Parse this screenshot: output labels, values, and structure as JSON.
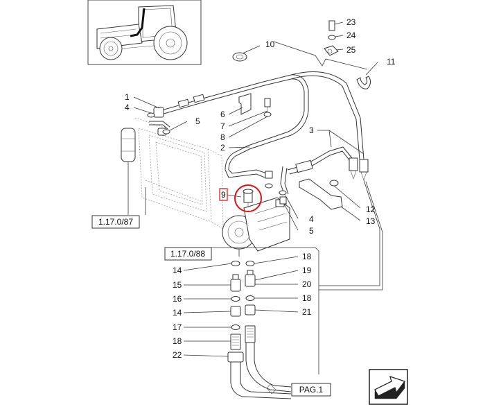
{
  "callouts": {
    "c1": "1",
    "c2": "2",
    "c3": "3",
    "c4a": "4",
    "c4b": "4",
    "c5a": "5",
    "c5b": "5",
    "c6": "6",
    "c7": "7",
    "c8": "8",
    "c9": "9",
    "c10": "10",
    "c11": "11",
    "c12": "12",
    "c13": "13",
    "c14a": "14",
    "c14b": "14",
    "c15": "15",
    "c16": "16",
    "c17": "17",
    "c18a": "18",
    "c18b": "18",
    "c18c": "18",
    "c19": "19",
    "c20": "20",
    "c21": "21",
    "c22": "22",
    "c23": "23",
    "c24": "24",
    "c25": "25"
  },
  "refs": {
    "ref_17_87": "1.17.0/87",
    "ref_17_88": "1.17.0/88",
    "pag": "PAG.1"
  },
  "highlight": {
    "item": "9",
    "color": "#d11111"
  }
}
